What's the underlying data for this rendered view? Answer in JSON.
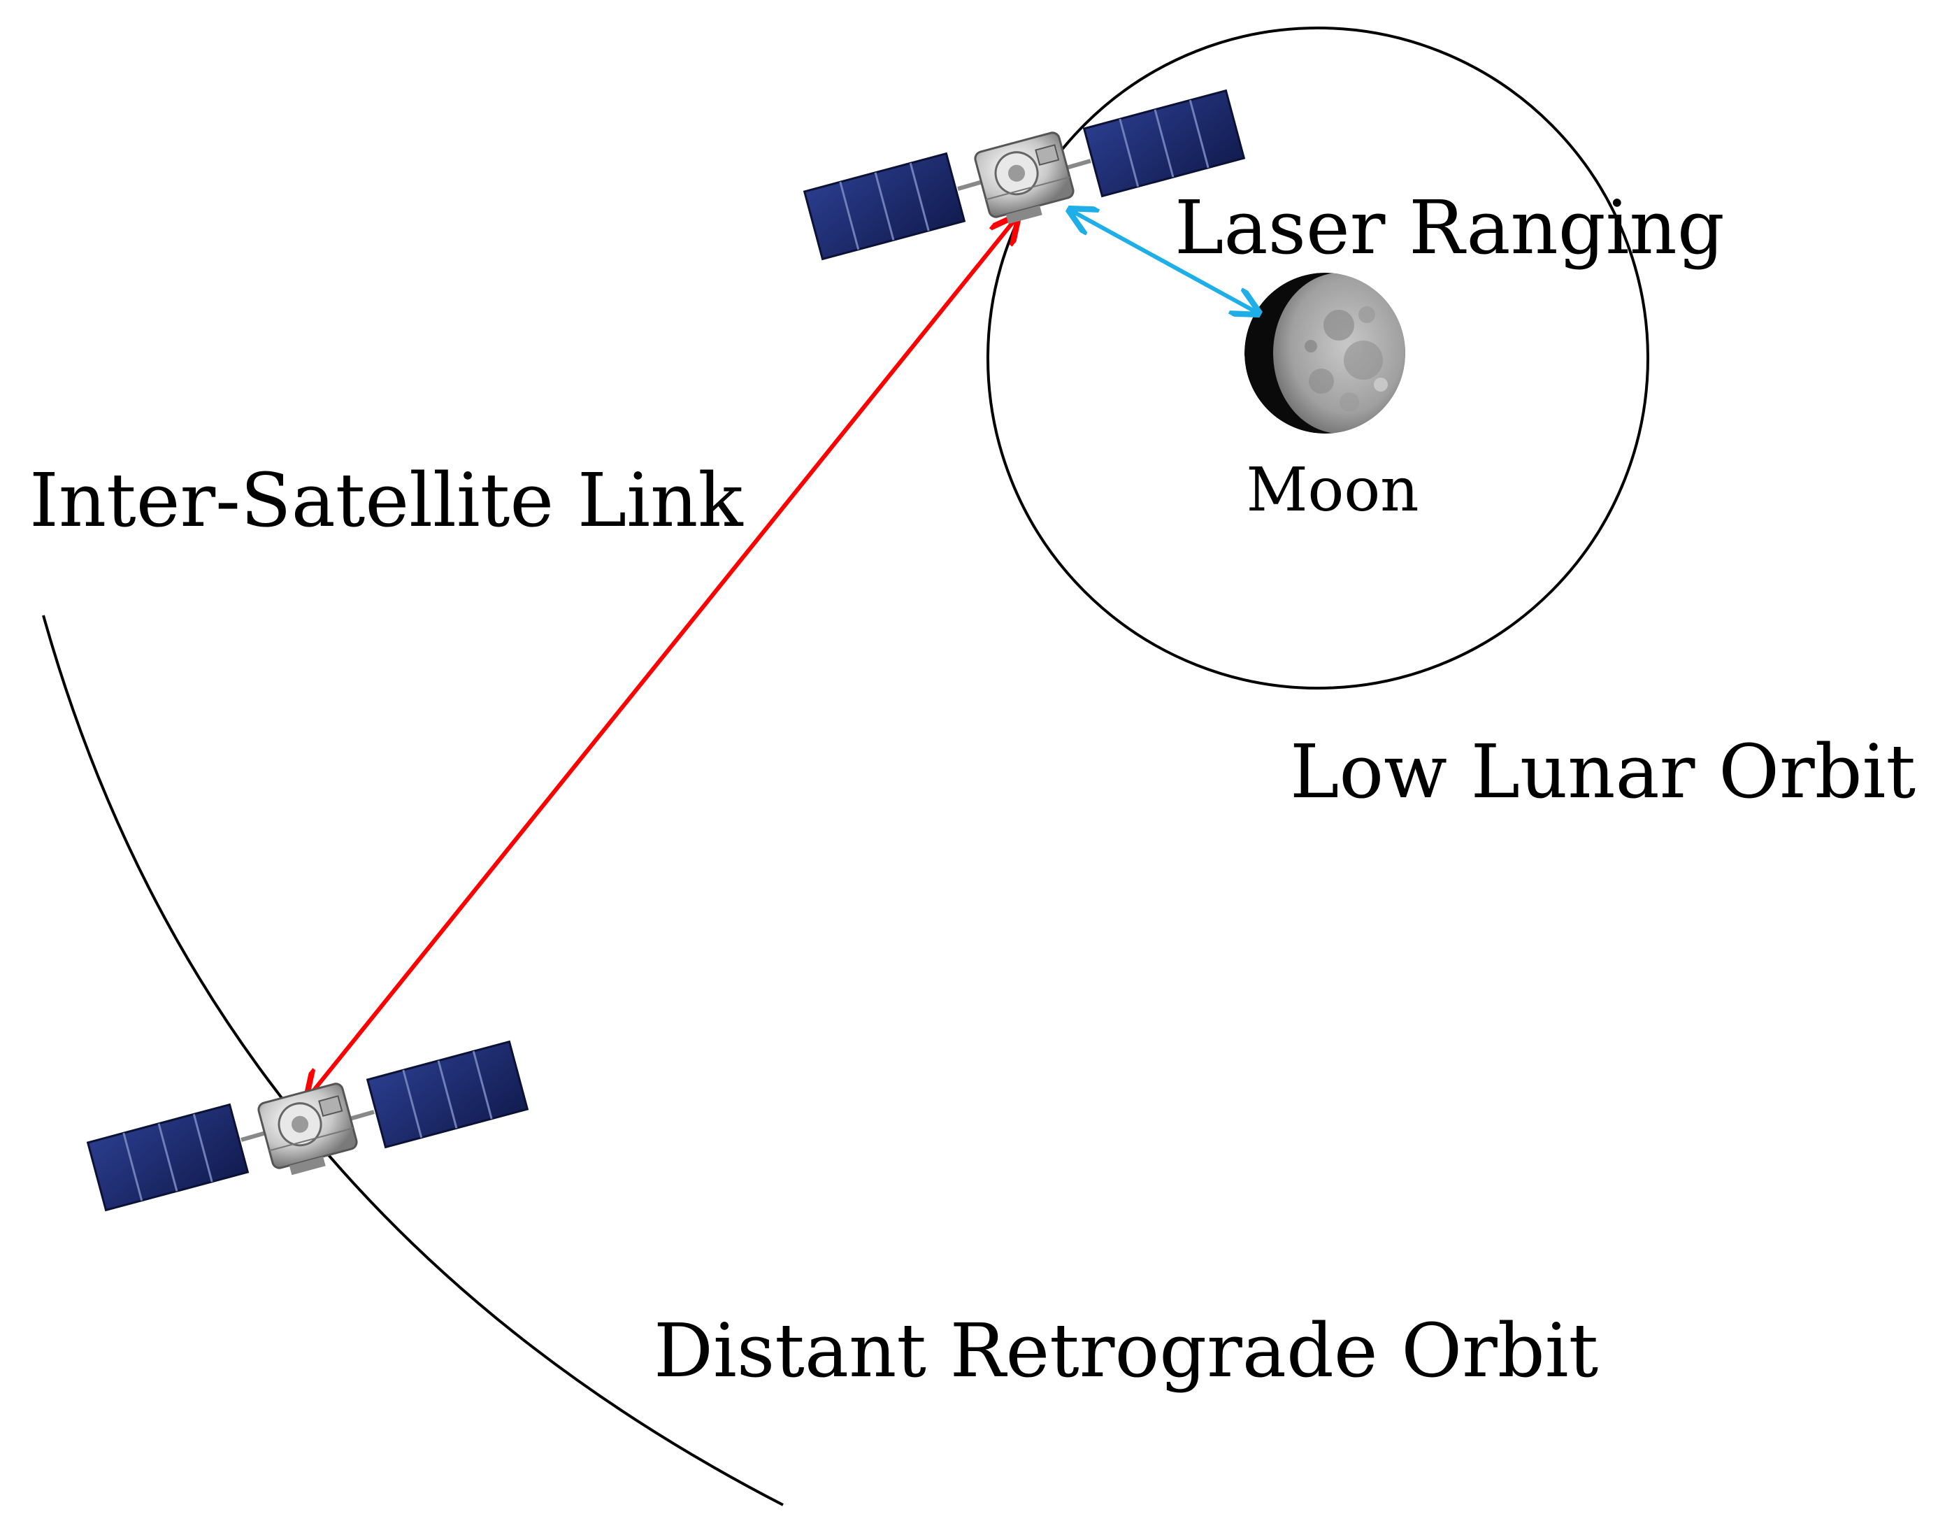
{
  "labels": {
    "laser_ranging": "Laser Ranging",
    "moon": "Moon",
    "inter_satellite_link": "Inter-Satellite Link",
    "low_lunar_orbit": "Low Lunar Orbit",
    "distant_retrograde_orbit": "Distant Retrograde Orbit"
  },
  "colors": {
    "inter_satellite_link": "#ff0000",
    "laser_ranging": "#1eaee8",
    "orbit": "#000000",
    "solar_panel": "#1b2a6e",
    "moon_lit": "#a8a8a8",
    "moon_dark": "#0a0a0a"
  },
  "icons": [
    "satellite-icon",
    "moon-icon"
  ]
}
